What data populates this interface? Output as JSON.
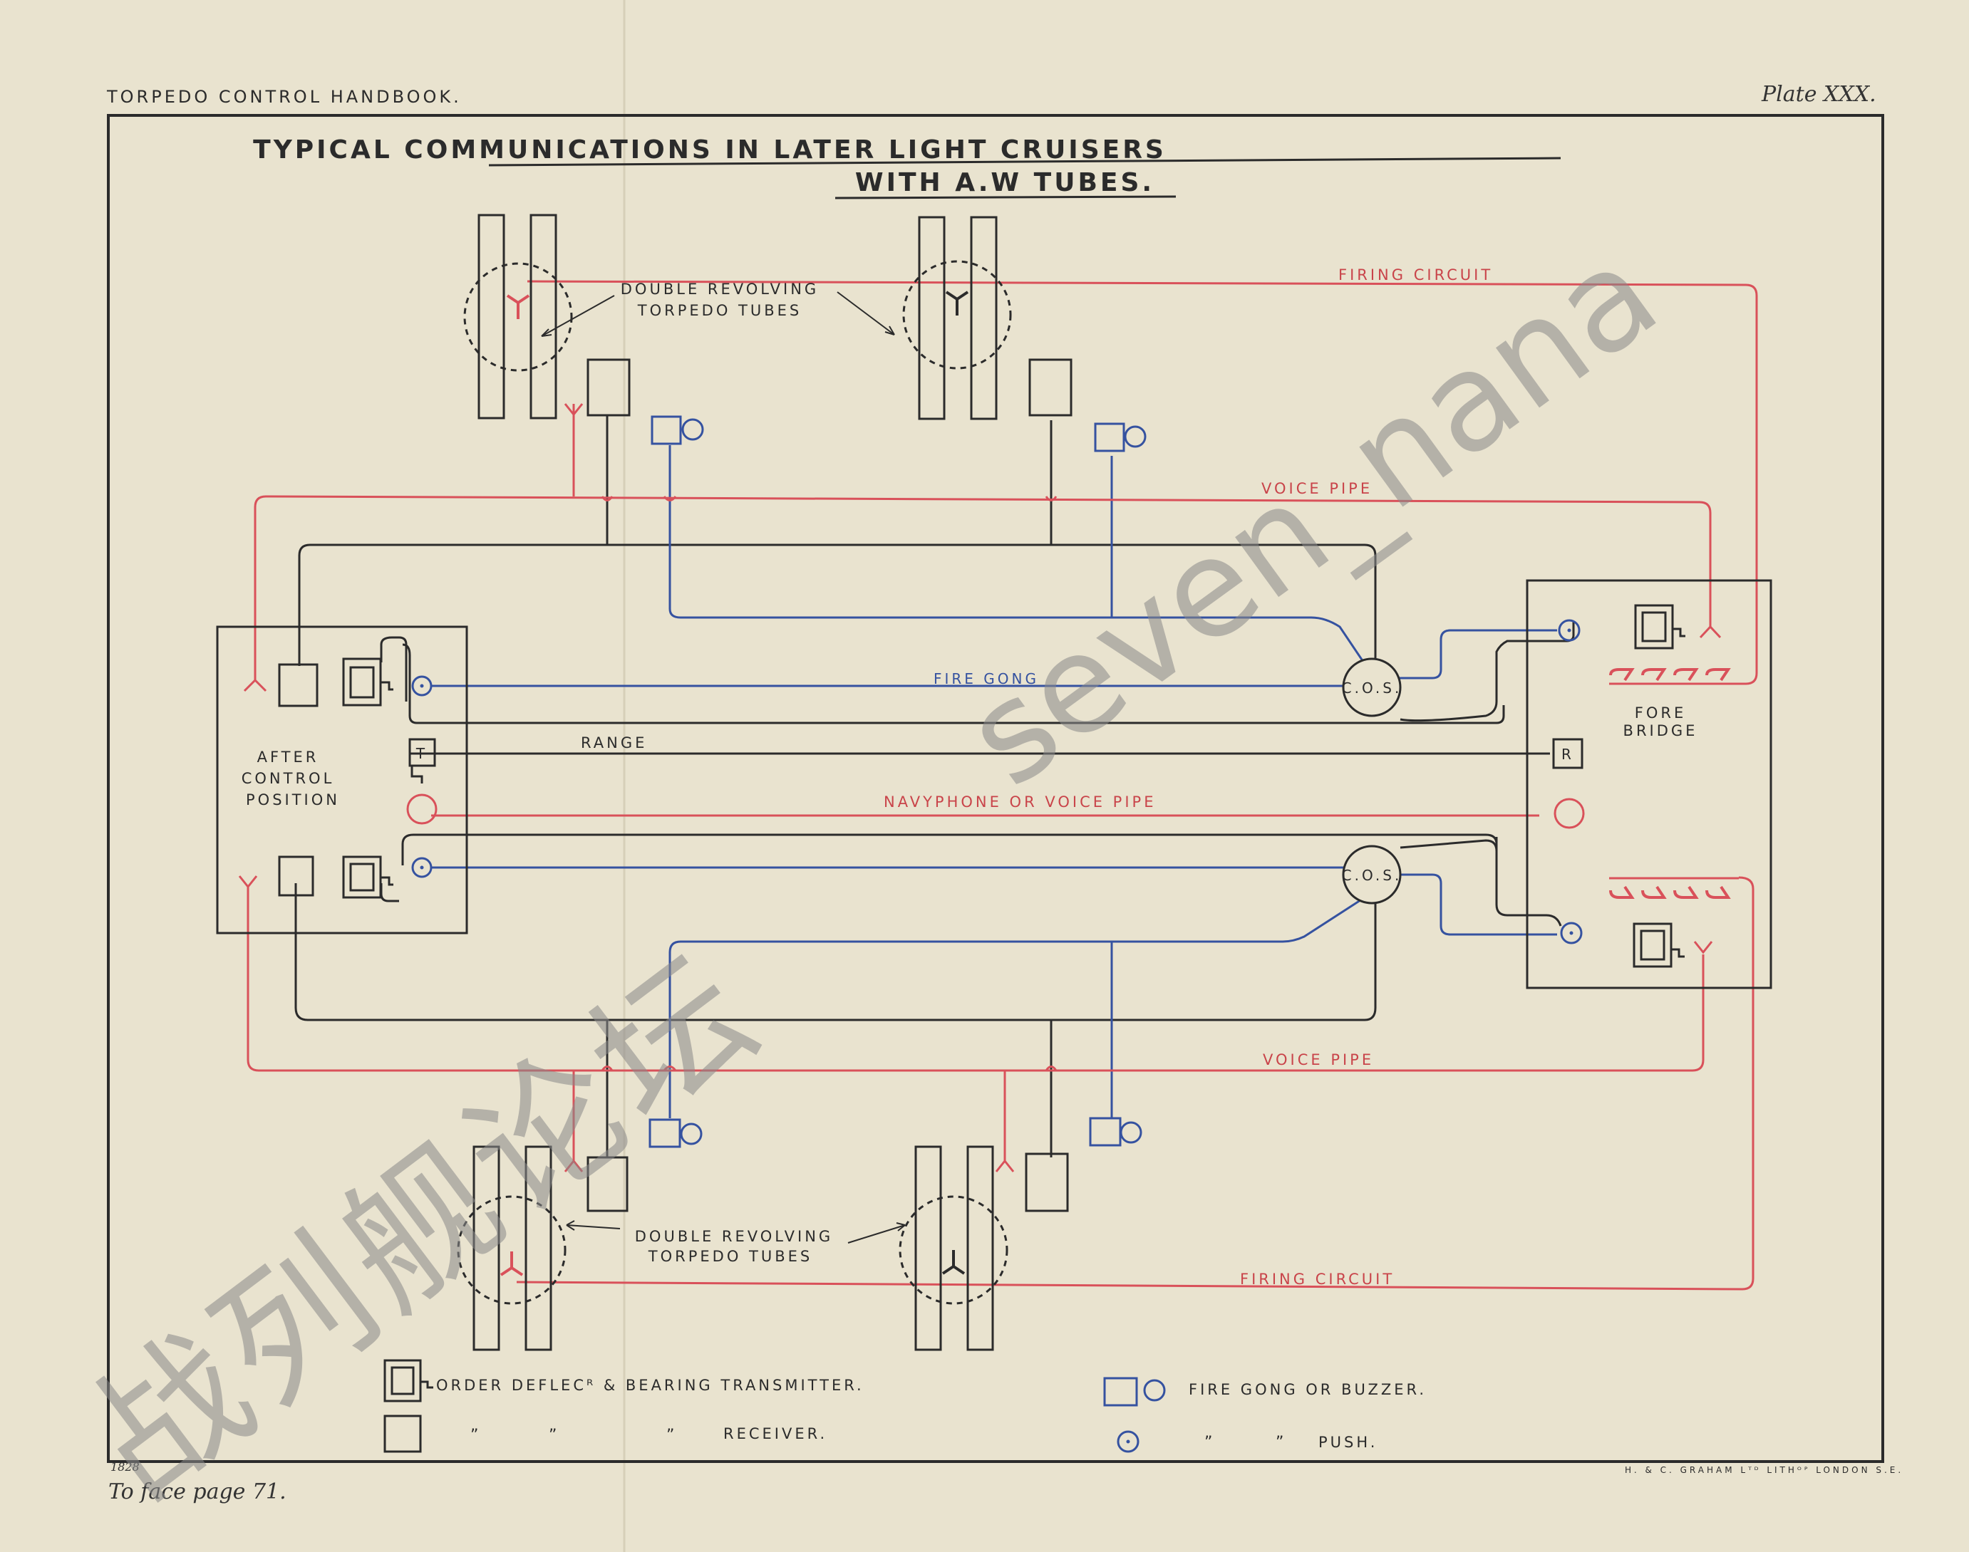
{
  "header": {
    "left": "TORPEDO CONTROL HANDBOOK.",
    "right": "Plate XXX."
  },
  "title": {
    "line1": "TYPICAL COMMUNICATIONS IN LATER LIGHT CRUISERS",
    "line2": "WITH A.W TUBES."
  },
  "labels": {
    "firing_circuit_top": "FIRING CIRCUIT",
    "firing_circuit_bottom": "FIRING CIRCUIT",
    "voice_pipe_top": "VOICE PIPE",
    "voice_pipe_bottom": "VOICE PIPE",
    "fire_gong": "FIRE GONG",
    "range": "RANGE",
    "navyphone": "NAVYPHONE OR VOICE PIPE",
    "tubes_top_1": "DOUBLE REVOLVING",
    "tubes_top_2": "TORPEDO TUBES",
    "tubes_bottom_1": "DOUBLE REVOLVING",
    "tubes_bottom_2": "TORPEDO TUBES",
    "after_1": "AFTER",
    "after_2": "CONTROL",
    "after_3": "POSITION",
    "fore_1": "FORE",
    "fore_2": "BRIDGE",
    "cos_top": "C.O.S.",
    "cos_bottom": "C.O.S.",
    "t_box": "T",
    "r_box": "R"
  },
  "legend": {
    "transmitter": "ORDER DEFLECᴿ & BEARING TRANSMITTER.",
    "receiver_ditto1": "”",
    "receiver_ditto2": "”",
    "receiver_ditto3": "”",
    "receiver": "RECEIVER.",
    "gong": "FIRE GONG OR BUZZER.",
    "push_ditto1": "”",
    "push_ditto2": "”",
    "push": "PUSH."
  },
  "footer": {
    "number": "1828",
    "face_page": "To face page 71.",
    "printer": "H. & C. GRAHAM Lᵀᴰ LITHᴼᴾ LONDON S.E."
  },
  "watermark": {
    "latin": "seven_nana",
    "cjk": "战列舰论坛"
  },
  "colors": {
    "paper": "#e9e3cf",
    "red": "#d9515a",
    "blue": "#3552a0",
    "black": "#2b2b2b"
  }
}
